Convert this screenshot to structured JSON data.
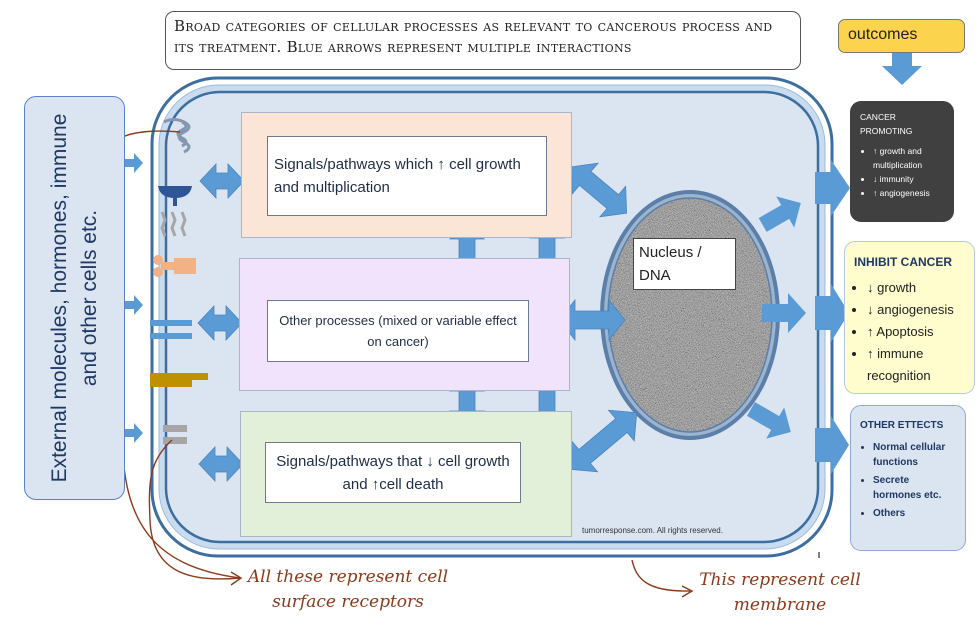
{
  "title": "Broad categories of cellular processes as relevant to cancerous process and its treatment. Blue arrows represent multiple interactions",
  "outcomes_label": "outcomes",
  "external_label": "External molecules, hormones, immune and other cells etc.",
  "processes": {
    "growth": "Signals/pathways which ↑ cell growth and multiplication",
    "other": "Other processes (mixed or variable effect on cancer)",
    "death": "Signals/pathways that ↓ cell growth and ↑cell death"
  },
  "nucleus_label": "Nucleus / DNA",
  "cancer_promoting": {
    "title": "CANCER PROMOTING",
    "items": [
      "↑ growth and multiplication",
      "↓ immunity",
      "↑ angiogenesis"
    ]
  },
  "inhibit_cancer": {
    "title": "INHIBIT CANCER",
    "items": [
      "↓ growth",
      "↓ angiogenesis",
      "↑ Apoptosis",
      "↑ immune recognition"
    ]
  },
  "other_effects": {
    "title": "OTHER ETTECTS",
    "items": [
      "Normal cellular functions",
      "Secrete hormones etc.",
      "Others"
    ]
  },
  "copyright": "tumorresponse.com. All rights reserved.",
  "receptor_note": "All these represent cell surface receptors",
  "membrane_note": "This represent cell membrane",
  "colors": {
    "arrow_blue": "#5b9bd5",
    "membrane": "#3c6e9f",
    "cytoplasm": "#dbe5f1",
    "growth_fill": "#fbe5d6",
    "other_fill": "#f0e3fb",
    "death_fill": "#e2efd9",
    "promoting_fill": "#404040",
    "inhibit_fill": "#fffccd",
    "other_effects_fill": "#dbe5f1",
    "outcomes_fill": "#fcd34d",
    "annotation_brown": "#8b3a1a"
  }
}
